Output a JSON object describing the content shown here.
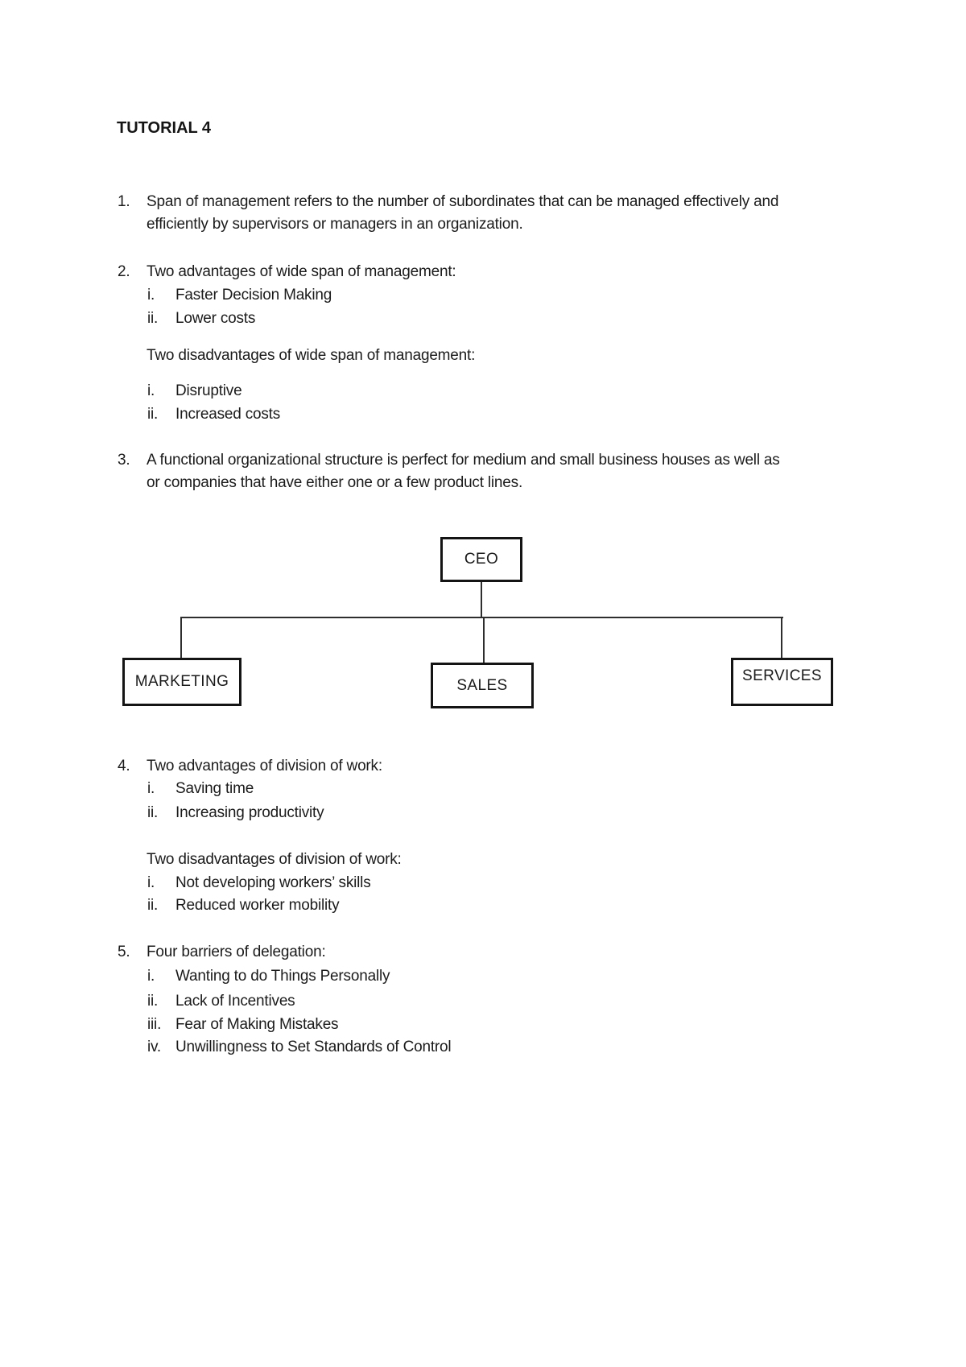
{
  "doc": {
    "title": "TUTORIAL 4",
    "item1": {
      "num": "1.",
      "lines": [
        "Span of management refers to the number of subordinates that can be managed effectively and",
        "efficiently by supervisors or managers in an organization."
      ]
    },
    "item2": {
      "num": "2.",
      "heading": "Two advantages of wide span of management:",
      "advantages": [
        {
          "num": "i.",
          "text": "Faster Decision Making"
        },
        {
          "num": "ii.",
          "text": "Lower costs"
        }
      ],
      "subheading": "Two disadvantages of wide span of management:",
      "disadvantages": [
        {
          "num": "i.",
          "text": "Disruptive"
        },
        {
          "num": "ii.",
          "text": "Increased costs"
        }
      ]
    },
    "item3": {
      "num": "3.",
      "lines": [
        "A functional organizational structure is perfect for medium and small business houses as well as",
        "or companies that have either one or a few product lines."
      ]
    },
    "item4": {
      "num": "4.",
      "heading": "Two advantages of division of work:",
      "advantages": [
        {
          "num": "i.",
          "text": "Saving time"
        },
        {
          "num": "ii.",
          "text": "Increasing productivity"
        }
      ],
      "subheading": "Two disadvantages of division of work:",
      "disadvantages": [
        {
          "num": "i.",
          "text": "Not developing workers’ skills"
        },
        {
          "num": "ii.",
          "text": "Reduced worker mobility"
        }
      ]
    },
    "item5": {
      "num": "5.",
      "heading": "Four barriers of delegation:",
      "barriers": [
        {
          "num": "i.",
          "text": "Wanting to do Things Personally"
        },
        {
          "num": "ii.",
          "text": "Lack of Incentives"
        },
        {
          "num": "iii.",
          "text": "Fear of Making Mistakes"
        },
        {
          "num": "iv.",
          "text": "Unwillingness to Set Standards of Control"
        }
      ]
    },
    "org_chart": {
      "root": "CEO",
      "children": [
        "MARKETING",
        "SALES",
        "SERVICES"
      ]
    }
  }
}
